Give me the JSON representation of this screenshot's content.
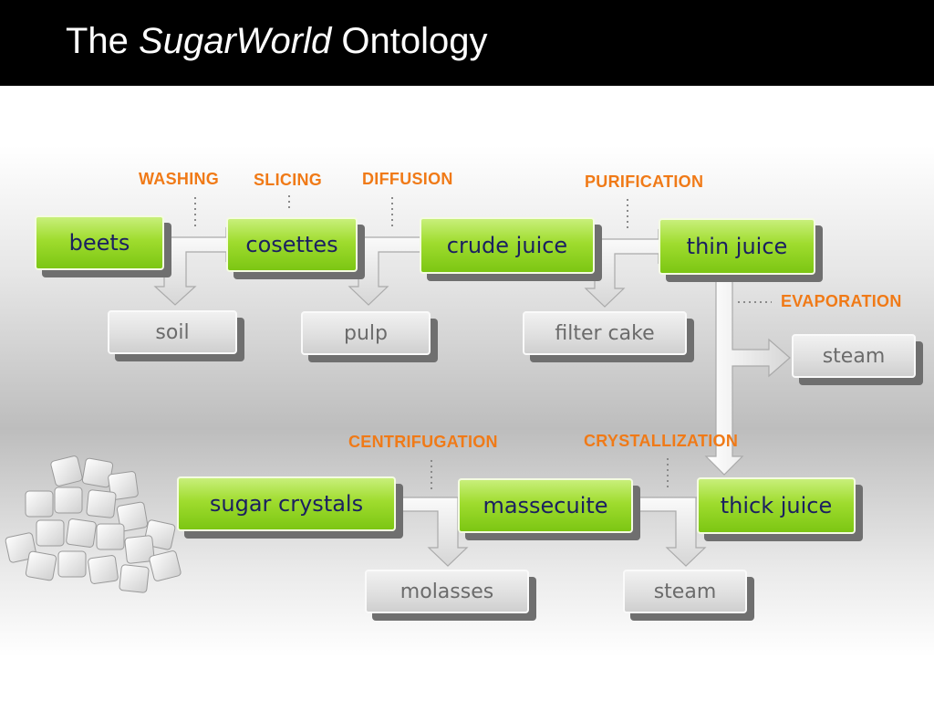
{
  "title": {
    "prefix": "The ",
    "italic": "SugarWorld",
    "suffix": " Ontology"
  },
  "products": {
    "beets": "beets",
    "cosettes": "cosettes",
    "crude_juice": "crude juice",
    "thin_juice": "thin juice",
    "thick_juice": "thick juice",
    "massecuite": "massecuite",
    "sugar_crystals": "sugar crystals"
  },
  "byproducts": {
    "soil": "soil",
    "pulp": "pulp",
    "filter_cake": "filter cake",
    "steam_evaporation": "steam",
    "molasses": "molasses",
    "steam_crystallization": "steam"
  },
  "processes": {
    "washing": "WASHING",
    "slicing": "SLICING",
    "diffusion": "DIFFUSION",
    "purification": "PURIFICATION",
    "evaporation": "EVAPORATION",
    "crystallization": "CRYSTALLIZATION",
    "centrifugation": "CENTRIFUGATION"
  },
  "colors": {
    "product_box": "#9fdc2e",
    "product_text": "#1b2060",
    "byproduct_box": "#dedede",
    "byproduct_text": "#6b6b6b",
    "process_label": "#f07a17",
    "title_bar": "#000000"
  }
}
